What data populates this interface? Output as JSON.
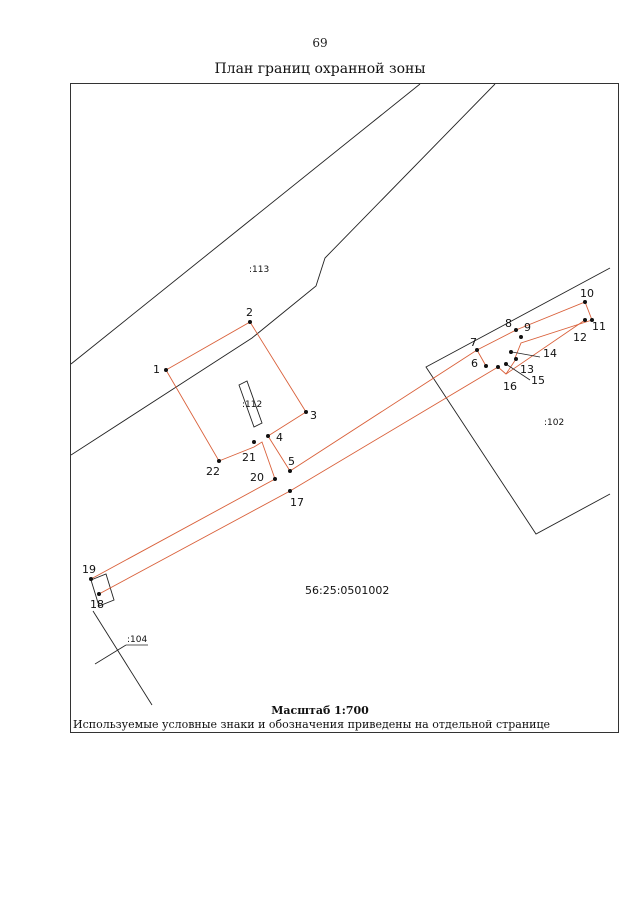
{
  "page_number": "69",
  "title": "План границ охранной зоны",
  "scale_label": "Масштаб 1:700",
  "note": "Используемые условные знаки и обозначения приведены на отдельной странице",
  "parcels": {
    "p113": ":113",
    "p112": ":112",
    "p102": ":102",
    "p104": ":104",
    "quarter": "56:25:0501002"
  },
  "points": {
    "p1": "1",
    "p2": "2",
    "p3": "3",
    "p4": "4",
    "p5": "5",
    "p6": "6",
    "p7": "7",
    "p8": "8",
    "p9": "9",
    "p10": "10",
    "p11": "11",
    "p12": "12",
    "p13": "13",
    "p14": "14",
    "p15": "15",
    "p16": "16",
    "p17": "17",
    "p18": "18",
    "p19": "19",
    "p20": "20",
    "p21": "21",
    "p22": "22"
  },
  "colors": {
    "boundary": "#222222",
    "zone": "#d9603a"
  }
}
